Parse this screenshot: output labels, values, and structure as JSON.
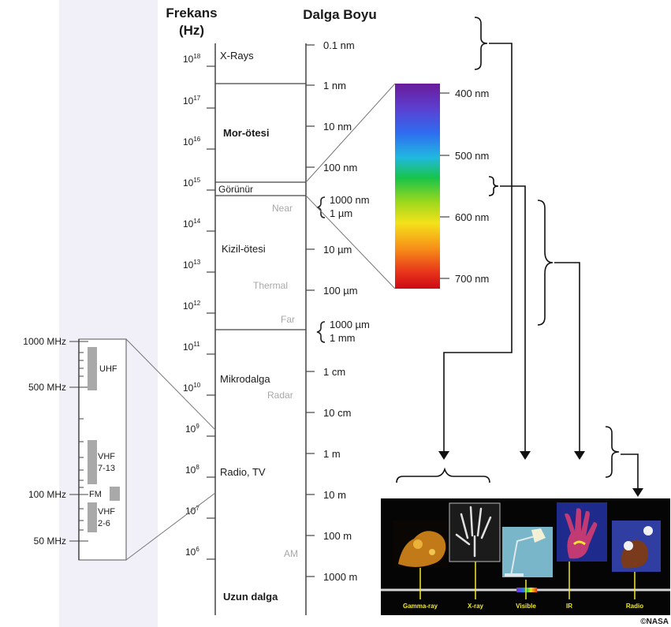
{
  "headers": {
    "freq_line1": "Frekans",
    "freq_line2": "(Hz)",
    "wave": "Dalga Boyu"
  },
  "freq_ticks": [
    {
      "base": "10",
      "exp": "18"
    },
    {
      "base": "10",
      "exp": "17"
    },
    {
      "base": "10",
      "exp": "16"
    },
    {
      "base": "10",
      "exp": "15"
    },
    {
      "base": "10",
      "exp": "14"
    },
    {
      "base": "10",
      "exp": "13"
    },
    {
      "base": "10",
      "exp": "12"
    },
    {
      "base": "10",
      "exp": "11"
    },
    {
      "base": "10",
      "exp": "10"
    },
    {
      "base": "10",
      "exp": "9"
    },
    {
      "base": "10",
      "exp": "8"
    },
    {
      "base": "10",
      "exp": "7"
    },
    {
      "base": "10",
      "exp": "6"
    }
  ],
  "bands": {
    "xrays": "X-Rays",
    "uv": "Mor-ötesi",
    "visible": "Görünür",
    "near": "Near",
    "ir": "Kizil-ötesi",
    "thermal": "Thermal",
    "far": "Far",
    "micro": "Mikrodalga",
    "radar": "Radar",
    "radio": "Radio, TV",
    "am": "AM",
    "long": "Uzun dalga"
  },
  "wave_ticks": {
    "w01nm": "0.1 nm",
    "w1nm": "1 nm",
    "w10nm": "10 nm",
    "w100nm": "100 nm",
    "w1000nm": "1000 nm",
    "w1um": "1 µm",
    "w10um": "10 µm",
    "w100um": "100 µm",
    "w1000um": "1000 µm",
    "w1mm": "1 mm",
    "w1cm": "1 cm",
    "w10cm": "10 cm",
    "w1m": "1 m",
    "w10m": "10 m",
    "w100m": "100 m",
    "w1000m": "1000 m"
  },
  "visible_ticks": [
    "400 nm",
    "500 nm",
    "600 nm",
    "700 nm"
  ],
  "mhz_scale": {
    "ticks": [
      "1000 MHz",
      "500 MHz",
      "100 MHz",
      "50 MHz"
    ],
    "bands": {
      "uhf": "UHF",
      "vhf1_a": "VHF",
      "vhf1_b": "7-13",
      "fm": "FM",
      "vhf2_a": "VHF",
      "vhf2_b": "2-6"
    }
  },
  "photo_captions": [
    "Gamma-ray",
    "X-ray",
    "Visible",
    "IR",
    "Radio"
  ],
  "credit": "©NASA"
}
